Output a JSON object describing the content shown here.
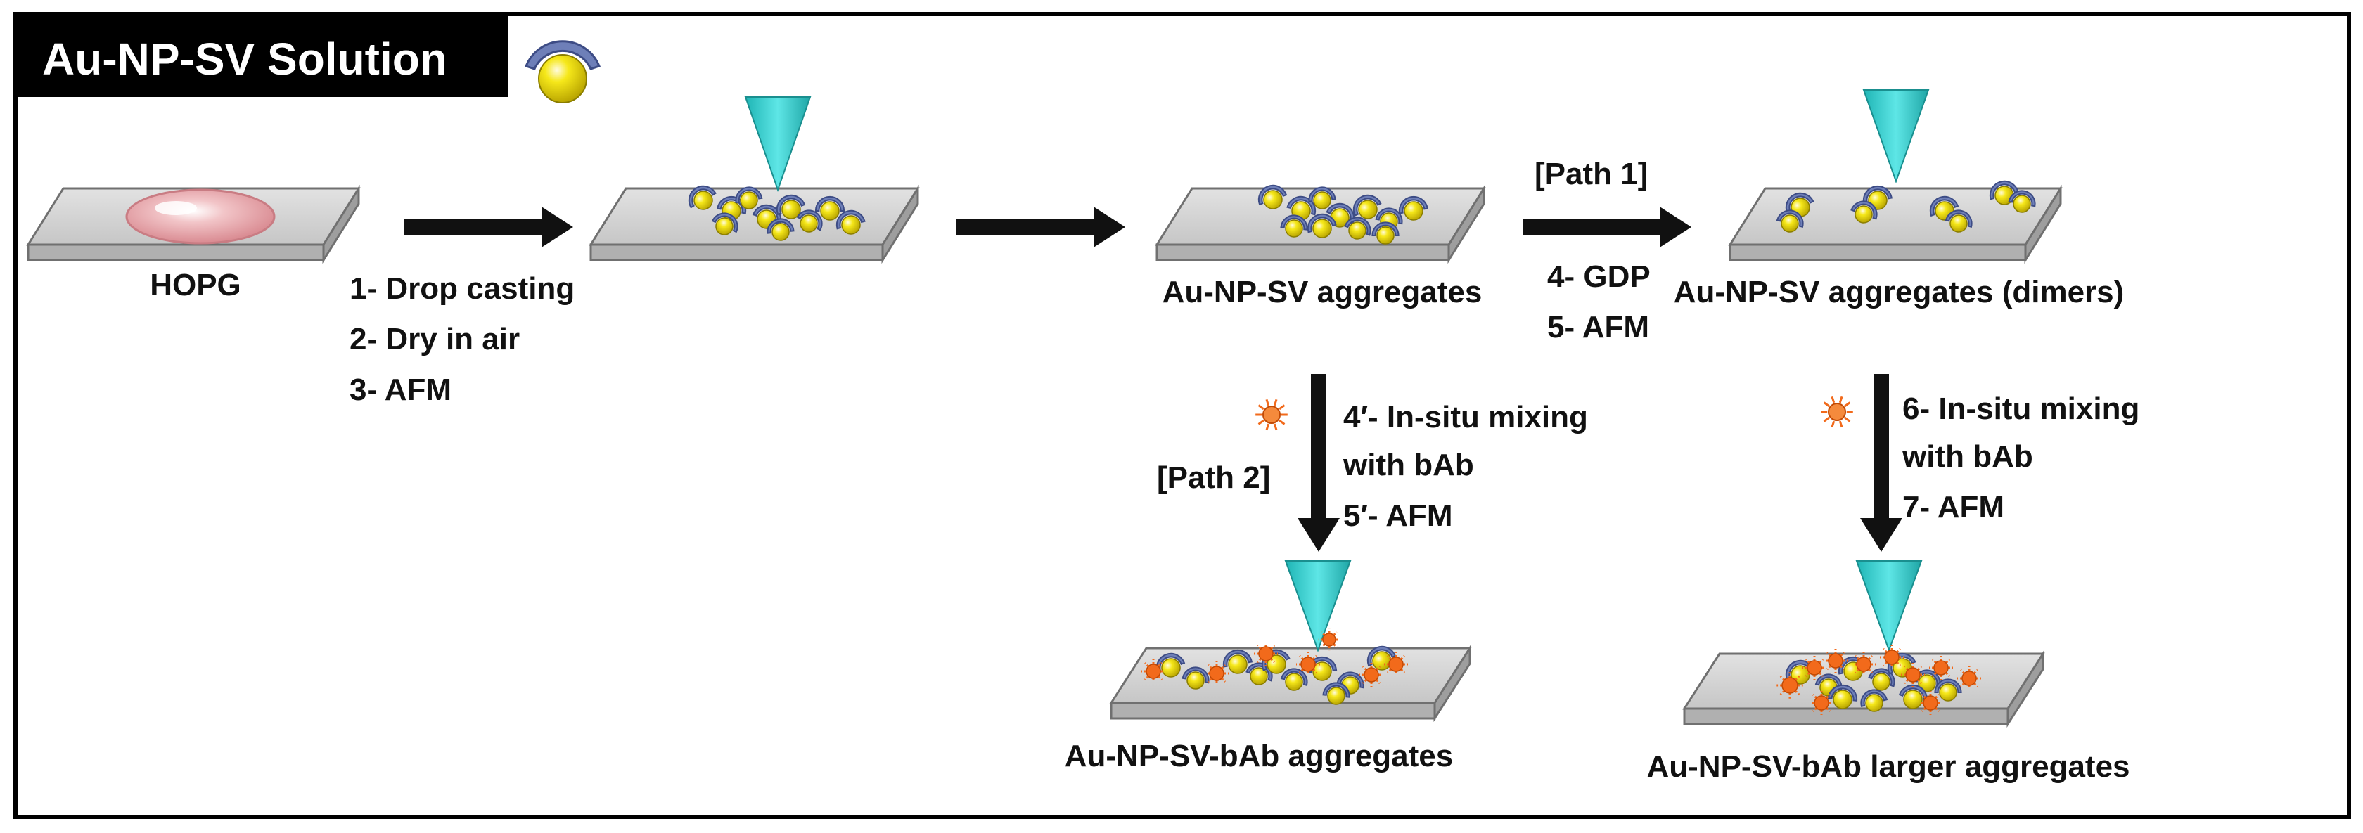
{
  "header": {
    "title": "Au-NP-SV Solution"
  },
  "labels": {
    "hopg": "HOPG",
    "aggregates": "Au-NP-SV aggregates",
    "dimers": "Au-NP-SV aggregates (dimers)",
    "bab_aggregates": "Au-NP-SV-bAb aggregates",
    "bab_larger": "Au-NP-SV-bAb larger aggregates",
    "path1": "[Path 1]",
    "path2": "[Path 2]"
  },
  "steps": {
    "initial": [
      "1- Drop casting",
      "2- Dry in air",
      "3- AFM"
    ],
    "path1": [
      "4- GDP",
      "5- AFM"
    ],
    "path2": [
      "4′- In-situ mixing",
      "with bAb",
      "5′- AFM"
    ],
    "path3": [
      "6- In-situ mixing",
      "with bAb",
      "7- AFM"
    ]
  },
  "colors": {
    "frame": "#000000",
    "slide_top": "#d4d4d4",
    "slide_side": "#b0b0b0",
    "afm_tip": "#33cfcf",
    "gold": "#f2e200",
    "shell": "#6e7fb8",
    "antibody": "#f26a1b",
    "droplet": "#e8a6ab"
  }
}
